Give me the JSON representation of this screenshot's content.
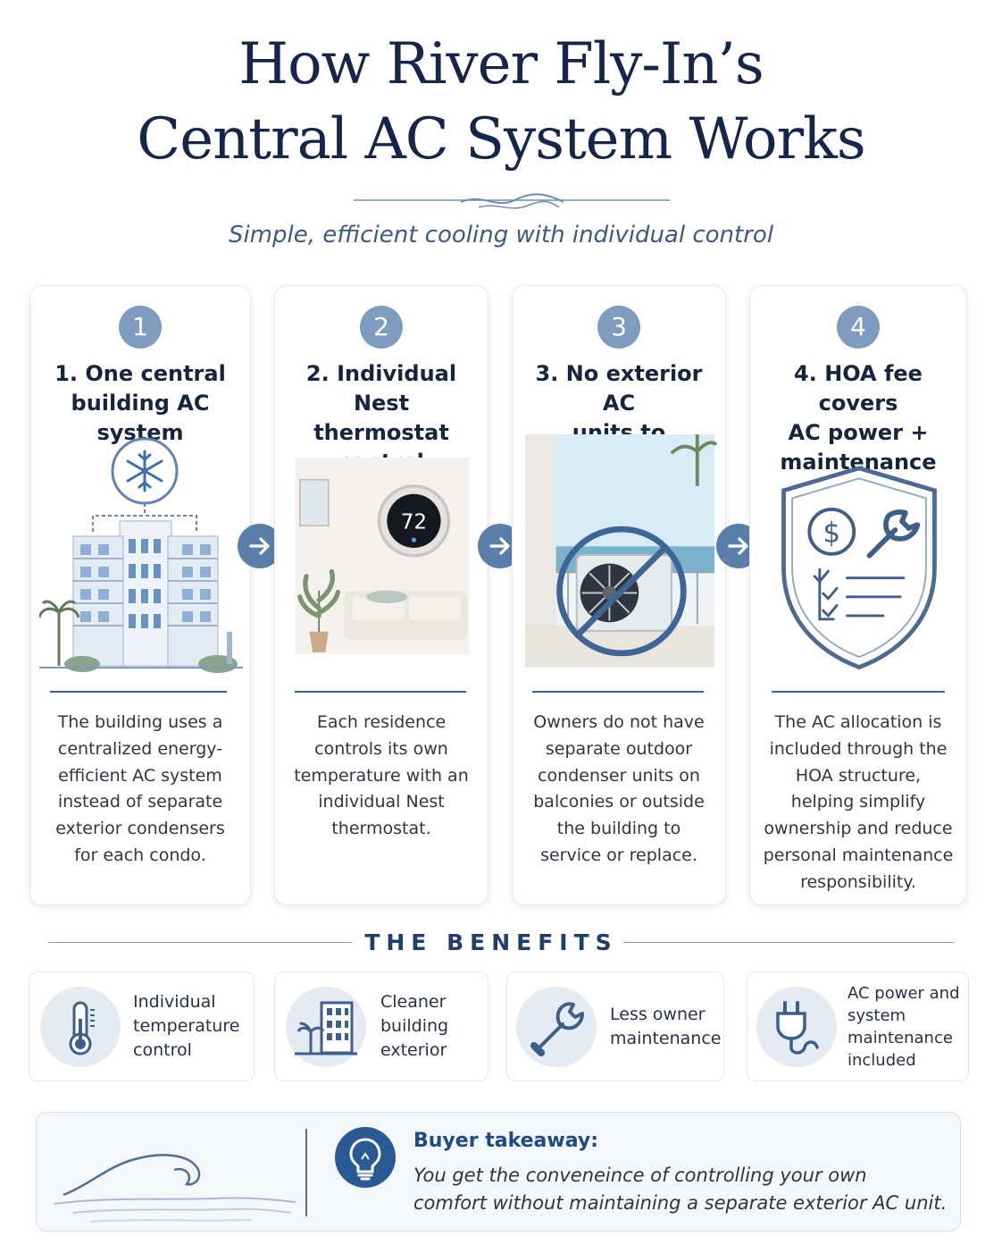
{
  "header": {
    "title_line1": "How River Fly-In’s",
    "title_line2": "Central AC System Works",
    "subtitle": "Simple, efficient cooling with individual control"
  },
  "steps": [
    {
      "number": "1",
      "title_lines": [
        "1. One central",
        "building AC system"
      ],
      "description": "The building uses a centralized energy-efficient AC system instead of separate exterior condensers for each condo.",
      "icon": "snowflake-building-icon"
    },
    {
      "number": "2",
      "title_lines": [
        "2. Individual Nest",
        "thermostat control"
      ],
      "description": "Each residence controls its own temperature with an individual Nest thermostat.",
      "thermostat_reading": "72",
      "icon": "thermostat-icon"
    },
    {
      "number": "3",
      "title_lines": [
        "3. No exterior AC",
        "units to maintain"
      ],
      "description": "Owners do not have separate outdoor condenser units on balconies or outside the building to service or replace.",
      "icon": "no-condenser-icon"
    },
    {
      "number": "4",
      "title_lines": [
        "4. HOA fee covers",
        "AC power +",
        "maintenance"
      ],
      "description": "The AC allocation is included through the HOA structure, helping simplify ownership and reduce personal maintenance responsibility.",
      "icon": "shield-icon"
    }
  ],
  "benefits": {
    "heading": "THE BENEFITS",
    "items": [
      {
        "lines": [
          "Individual",
          "temperature",
          "control"
        ],
        "icon": "thermometer-icon"
      },
      {
        "lines": [
          "Cleaner",
          "building",
          "exterior"
        ],
        "icon": "building-palm-icon"
      },
      {
        "lines": [
          "Less owner",
          "maintenance"
        ],
        "icon": "wrench-icon"
      },
      {
        "lines": [
          "AC power and",
          "system",
          "maintenance",
          "included"
        ],
        "icon": "plug-icon"
      }
    ]
  },
  "takeaway": {
    "heading": "Buyer takeaway:",
    "body_line1": "You get the conveneince of controlling your own",
    "body_line2": "comfort without maintaining a separate exterior AC unit.",
    "icon": "lightbulb-icon"
  },
  "colors": {
    "navy": "#14264a",
    "accent": "#3e6596",
    "badge": "#7d9cc0",
    "arrow": "#5b7fab",
    "icon_bg": "#e4ebf3"
  }
}
